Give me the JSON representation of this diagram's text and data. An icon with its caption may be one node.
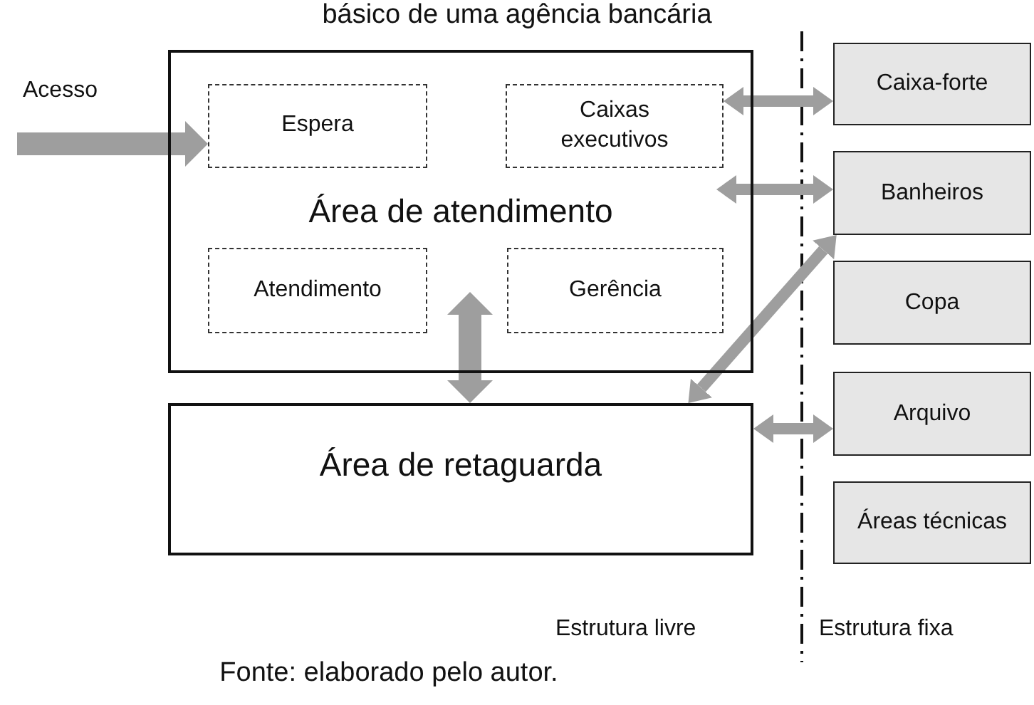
{
  "diagram": {
    "title": "básico de uma agência bancária",
    "caption": "Fonte: elaborado pelo autor.",
    "nodes": [
      {
        "text": [
          "Área de atendimento"
        ]
      },
      {
        "text": [
          "Espera"
        ],
        "in": 0
      },
      {
        "text": [
          "Caixas executivos"
        ],
        "in": 0
      },
      {
        "text": [
          "Atendimento"
        ],
        "in": 0
      },
      {
        "text": [
          "Gerência"
        ],
        "in": 0
      },
      {
        "text": [
          "Área de retaguarda"
        ]
      },
      {
        "text": [
          "Caixa-forte"
        ]
      },
      {
        "text": [
          "Banheiros"
        ]
      },
      {
        "text": [
          "Copa"
        ]
      },
      {
        "text": [
          "Arquivo"
        ]
      },
      {
        "text": [
          "Áreas técnicas"
        ]
      }
    ],
    "edges": [
      {
        "from": null,
        "to": 1,
        "arrow": "to",
        "style": "thick"
      },
      {
        "from": 2,
        "to": 6,
        "arrow": "both"
      },
      {
        "from": 0,
        "to": 7,
        "arrow": "both"
      },
      {
        "from": 0,
        "to": 5,
        "arrow": "both",
        "style": "thick"
      },
      {
        "from": 5,
        "to": 7,
        "arrow": "both"
      },
      {
        "from": 5,
        "to": 9,
        "arrow": "both"
      }
    ],
    "labels": [
      "Acesso",
      "Estrutura livre",
      "Estrutura fixa"
    ]
  }
}
